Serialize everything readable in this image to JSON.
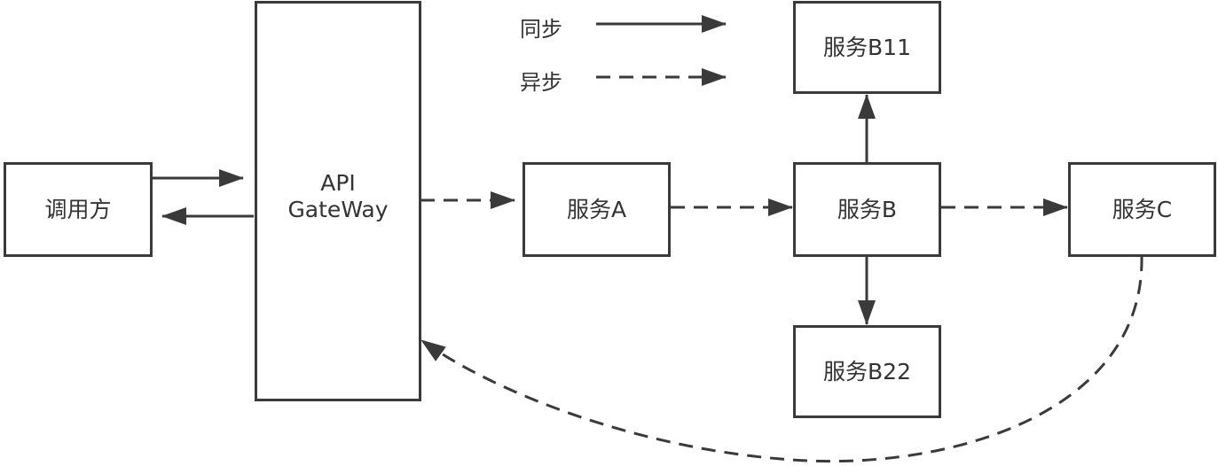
{
  "legend": {
    "sync_label": "同步",
    "async_label": "异步"
  },
  "nodes": {
    "caller": {
      "label": "调用方"
    },
    "gateway": {
      "label": "API\nGateWay"
    },
    "service_a": {
      "label": "服务A"
    },
    "service_b": {
      "label": "服务B"
    },
    "service_b11": {
      "label": "服务B11"
    },
    "service_b22": {
      "label": "服务B22"
    },
    "service_c": {
      "label": "服务C"
    }
  },
  "edges": [
    {
      "from": "caller",
      "to": "gateway",
      "style": "sync"
    },
    {
      "from": "gateway",
      "to": "caller",
      "style": "sync"
    },
    {
      "from": "gateway",
      "to": "service_a",
      "style": "async"
    },
    {
      "from": "service_a",
      "to": "service_b",
      "style": "async"
    },
    {
      "from": "service_b",
      "to": "service_b11",
      "style": "sync"
    },
    {
      "from": "service_b",
      "to": "service_b22",
      "style": "sync"
    },
    {
      "from": "service_b",
      "to": "service_c",
      "style": "async"
    },
    {
      "from": "service_c",
      "to": "gateway",
      "style": "async"
    }
  ],
  "colors": {
    "stroke": "#3a3a3a",
    "text": "#333333",
    "background": "#ffffff"
  }
}
